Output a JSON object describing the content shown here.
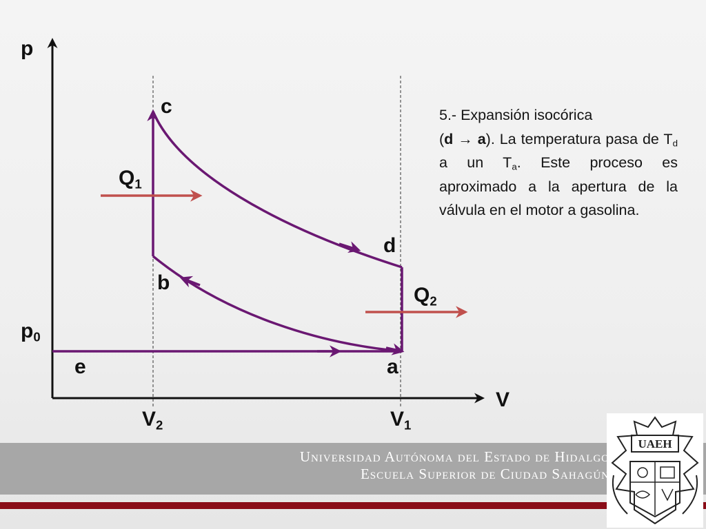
{
  "diagram": {
    "axes": {
      "x_label": "V",
      "y_label": "p"
    },
    "ticks": {
      "V2": "V",
      "V1": "V",
      "p0": "p"
    },
    "subscripts": {
      "V2": "2",
      "V1": "1",
      "p0": "0",
      "Q1": "1",
      "Q2": "2"
    },
    "points": {
      "a": "a",
      "b": "b",
      "c": "c",
      "d": "d",
      "e": "e"
    },
    "heat": {
      "Q1": "Q",
      "Q2": "Q"
    },
    "colors": {
      "cycle": "#6a1872",
      "heat_arrow": "#c0504d",
      "axis": "#111111"
    }
  },
  "description": {
    "line1": "5.- Expansión isocórica",
    "p_open": "(",
    "d_bold": "d",
    "arrow": " → ",
    "a_bold": "a",
    "p_close": "). La temperatura pasa de T",
    "sub_d": "d",
    "mid": " a un T",
    "sub_a": "a",
    "rest": ". Este proceso es aproximado a la apertura de la válvula en el motor a gasolina."
  },
  "footer": {
    "university": "Universidad Autónoma del Estado de Hidalgo",
    "school": "Escuela Superior de Ciudad Sahagún",
    "seal_text": "UAEH"
  }
}
